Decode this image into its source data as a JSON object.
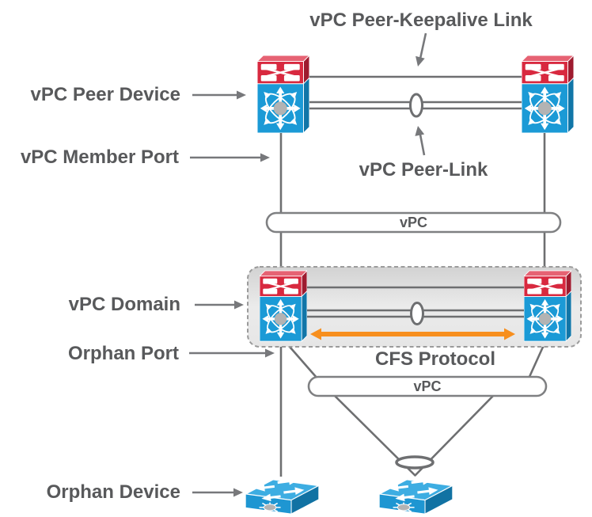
{
  "diagram_title": "vPC components diagram",
  "labels": {
    "peer_keepalive": "vPC Peer-Keepalive Link",
    "peer_device": "vPC Peer Device",
    "member_port": "vPC Member Port",
    "peer_link": "vPC Peer-Link",
    "vpc_pill_top": "vPC",
    "domain": "vPC Domain",
    "orphan_port": "Orphan Port",
    "cfs_protocol": "CFS Protocol",
    "vpc_pill_bottom": "vPC",
    "orphan_device": "Orphan Device"
  },
  "icons": {
    "peer_switch": "nexus-stacked-switch-icon",
    "orphan_switch": "workgroup-switch-icon",
    "link_connector": "ellipse-connector-icon"
  },
  "colors": {
    "label_text": "#58595b",
    "wire": "#6e6f71",
    "arrow": "#77787b",
    "orange": "#f78f1e",
    "pill_border": "#7f8082",
    "domain_border": "#9b9b9b",
    "domain_fill_top": "#d3d3d3",
    "domain_fill_bottom": "#e9e9e9",
    "red_front": "#d8293f",
    "red_top": "#e66273",
    "red_side": "#9e1b2f",
    "blue_front": "#1b9ad6",
    "blue_side": "#1176a8",
    "orphan_top": "#3dade2",
    "orphan_front": "#1e96d2",
    "orphan_side": "#1172a3",
    "switch_core": "#b3b3b3"
  }
}
